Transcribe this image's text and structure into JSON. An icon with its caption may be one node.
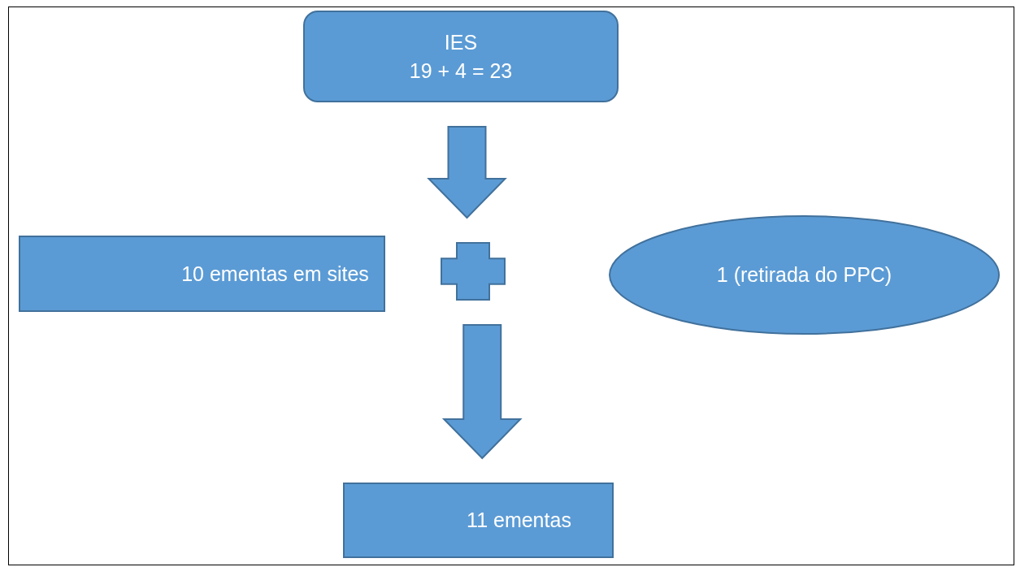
{
  "diagram": {
    "nodes": [
      {
        "text": [
          "IES",
          "19 + 4 = 23"
        ]
      },
      {
        "text": [
          "10 ementas em sites"
        ]
      },
      {
        "text": [],
        "shape": "plus"
      },
      {
        "text": [
          "1 (retirada do PPC)"
        ]
      },
      {
        "text": [
          "11 ementas"
        ]
      }
    ],
    "edges": [
      {
        "from": 0,
        "to": 2,
        "arrow": "to"
      },
      {
        "from": 2,
        "to": 4,
        "arrow": "to"
      }
    ]
  }
}
